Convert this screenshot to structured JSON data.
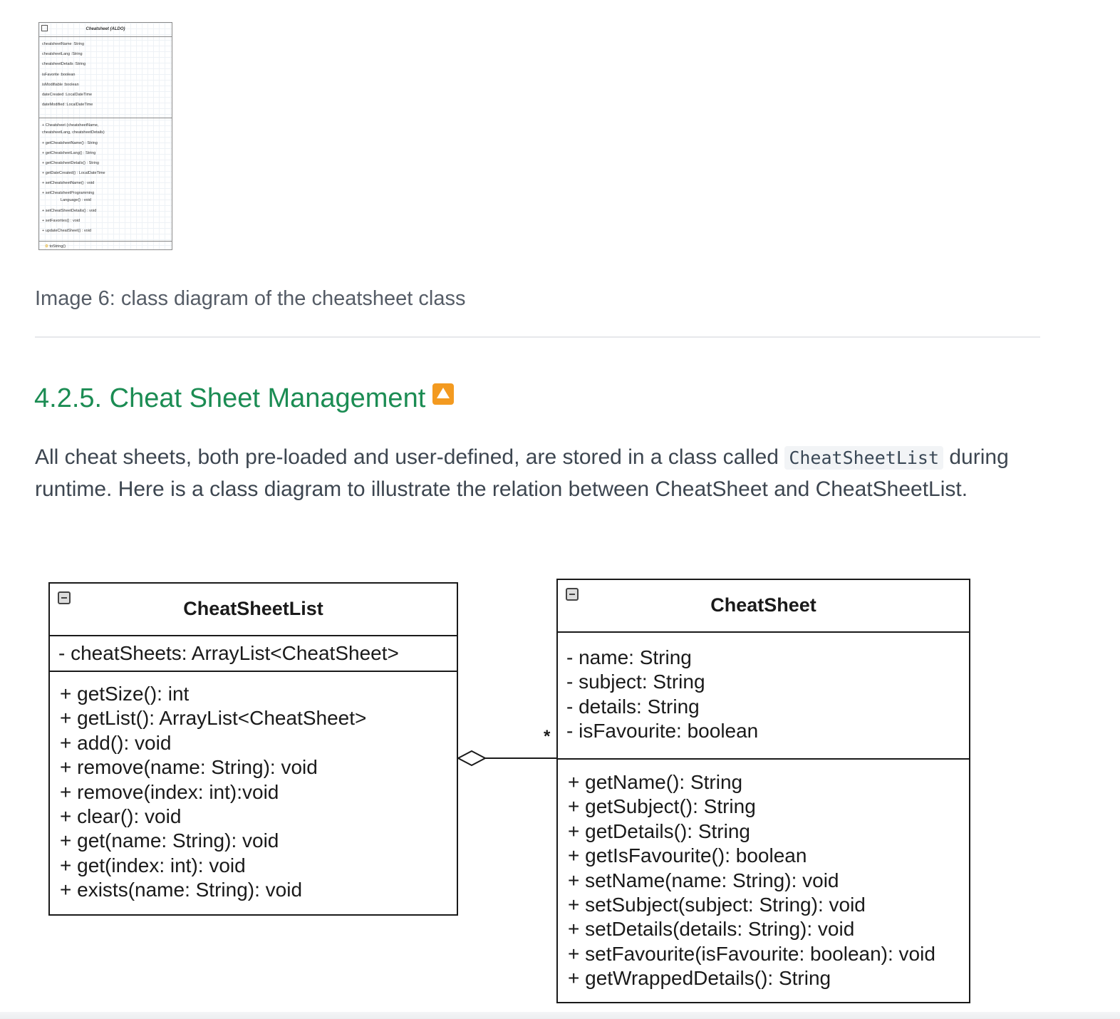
{
  "thumbnail": {
    "title": "Cheatsheet (ALDO)",
    "attributes": [
      "cheatsheetName :String",
      "cheatsheetLang :String",
      "cheatsheetDetails :String",
      "isFavorite :boolean",
      "isModifiable :boolean",
      "dateCreated :LocalDateTime",
      "dateModified :LocalDateTime"
    ],
    "methods": [
      "+ Cheatsheet (cheatsheetName,",
      "cheatsheetLang, cheatsheetDetails)",
      "+ getCheatsheetName() : String",
      "+ getCheatsheetLang() : String",
      "+ getCheatsheetDetails() : String",
      "+ getDateCreated() : LocalDateTime",
      "+ setCheatsheetName() : void",
      "+ setCheatsheetProgramming",
      "Language() : void",
      "+ setCheatSheetDetails() : void",
      "+ setFavorites() : void",
      "+ updateCheatSheet() : void"
    ],
    "extra": "toString()"
  },
  "caption": "Image 6: class diagram of the cheatsheet class",
  "heading": "4.2.5. Cheat Sheet Management",
  "paragraph": {
    "before": "All cheat sheets, both pre-loaded and user-defined, are stored in a class called ",
    "code": "CheatSheetList",
    "after": " during runtime. Here is a class diagram to illustrate the relation between CheatSheet and CheatSheetList."
  },
  "uml": {
    "list_class": {
      "title": "CheatSheetList",
      "attributes": [
        "- cheatSheets: ArrayList<CheatSheet>"
      ],
      "methods": [
        "+ getSize(): int",
        "+ getList(): ArrayList<CheatSheet>",
        "+ add(): void",
        "+ remove(name: String): void",
        "+ remove(index: int):void",
        "+ clear(): void",
        "+ get(name: String): void",
        "+ get(index: int): void",
        "+ exists(name: String): void"
      ]
    },
    "sheet_class": {
      "title": "CheatSheet",
      "attributes": [
        "- name: String",
        "- subject: String",
        "- details: String",
        "- isFavourite: boolean"
      ],
      "methods": [
        "+ getName(): String",
        "+ getSubject(): String",
        "+ getDetails(): String",
        "+ getIsFavourite(): boolean",
        "+ setName(name: String): void",
        "+ setSubject(subject: String): void",
        "+ setDetails(details: String): void",
        "+ setFavourite(isFavourite: boolean): void",
        "+ getWrappedDetails(): String"
      ]
    },
    "multiplicity": "*"
  }
}
